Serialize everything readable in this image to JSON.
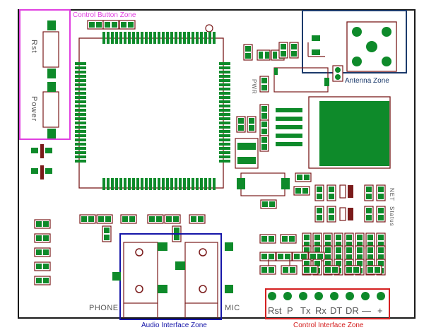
{
  "zones": {
    "control_button": "Control Button Zone",
    "antenna": "Antenna Zone",
    "audio_interface": "Audio Interface Zone",
    "control_interface": "Control Interface Zone"
  },
  "silkscreen": {
    "rst_button": "Rst",
    "power_button": "Power",
    "pwr_led": "PWR",
    "net": "NET",
    "status": "Status",
    "phone": "PHONE",
    "mic": "MIC",
    "header_pins": [
      "Rst",
      "P",
      "Tx",
      "Rx",
      "DT",
      "DR",
      "—",
      "+"
    ]
  },
  "colors": {
    "board_outline": "#1a1a1a",
    "copper": "#0e8a2a",
    "footprint": "#7a1a1a",
    "control_button_zone": "#e040e0",
    "antenna_zone": "#1b3a6b",
    "audio_zone": "#1515a8",
    "control_interface_zone": "#d42020"
  }
}
